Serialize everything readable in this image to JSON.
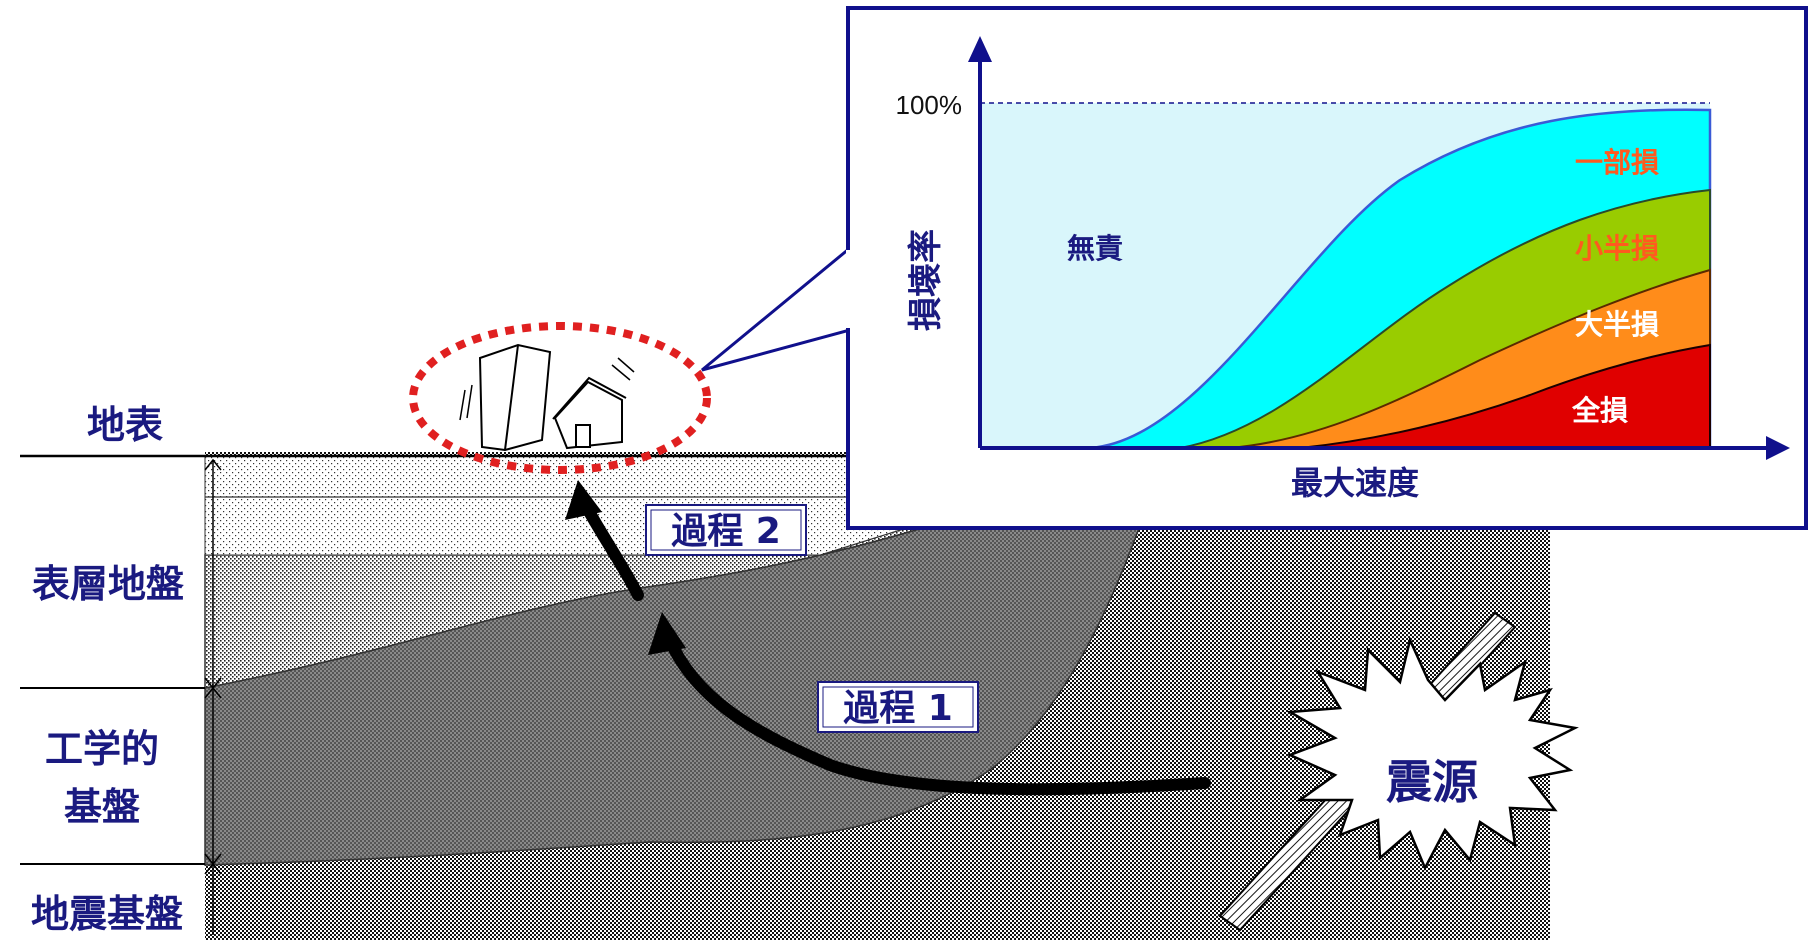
{
  "layer_labels": {
    "surface": "地表",
    "surface_layer": "表層地盤",
    "engineering_base_1": "工学的",
    "engineering_base_2": "基盤",
    "seismic_base": "地震基盤"
  },
  "process_labels": {
    "process1": "過程 1",
    "process2": "過程 2"
  },
  "epicenter": "震源",
  "inset": {
    "y_axis_label": "損壊率",
    "x_axis_label": "最大速度",
    "max_tick": "100%",
    "no_damage": "無責",
    "partial": "一部損",
    "small_half": "小半損",
    "large_half": "大半損",
    "total": "全損"
  },
  "colors": {
    "label_blue": "#1a1a80",
    "partial_label": "#ff5a1f",
    "region_light": "#d9f6fb",
    "region_cyan": "#00ffff",
    "region_green": "#99cc00",
    "region_orange": "#ff8c1a",
    "region_red": "#e00000",
    "ellipse_red": "#e02020",
    "frame_navy": "#10108c"
  }
}
